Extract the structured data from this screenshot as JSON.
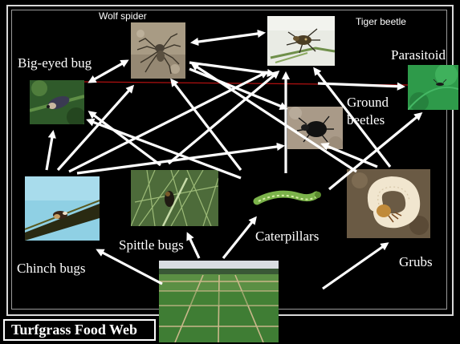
{
  "title": "Turfgrass Food Web",
  "organisms": {
    "wolf_spider": "Wolf spider",
    "tiger_beetle": "Tiger beetle",
    "big_eyed_bug": "Big-eyed bug",
    "parasitoid": "Parasitoid",
    "ground_beetles_line1": "Ground",
    "ground_beetles_line2": "beetles",
    "chinch_bugs": "Chinch bugs",
    "spittle_bugs": "Spittle bugs",
    "caterpillars": "Caterpillars",
    "grubs": "Grubs"
  },
  "colors": {
    "background": "#000000",
    "arrow": "#ffffff",
    "connector": "#b01010",
    "frame": "#d8d8d8"
  }
}
